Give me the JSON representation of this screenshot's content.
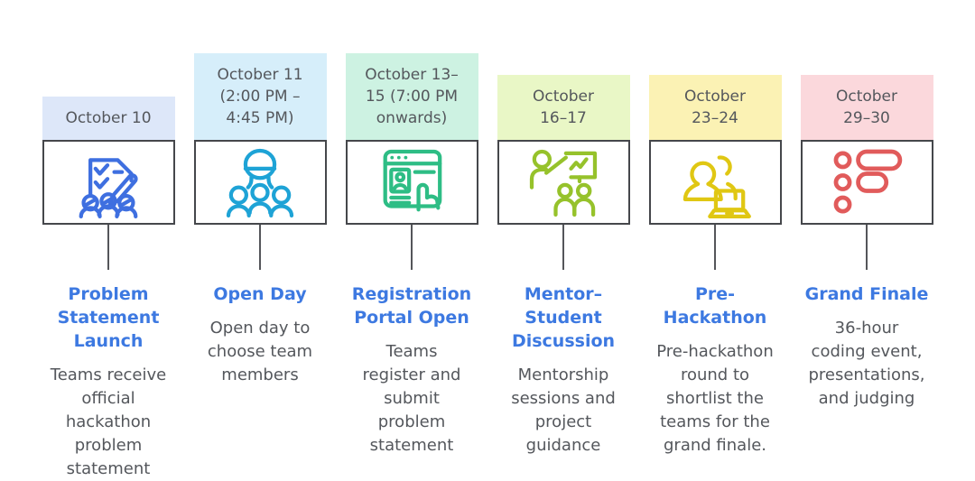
{
  "page": {
    "background": "#ffffff",
    "border_color": "#45474b",
    "connector_color": "#55565a",
    "title_color": "#3d79e1",
    "text_color": "#54575c"
  },
  "timeline": {
    "events": [
      {
        "date": "October 10",
        "header_bg": "#dde7f9",
        "icon": "checklist-pencil-audience-icon",
        "icon_color": "#3e6fe0",
        "title": "Problem\nStatement\nLaunch",
        "description": "Teams receive\nofficial\nhackathon\nproblem\nstatement"
      },
      {
        "date": "October 11\n(2:00 PM –\n4:45 PM)",
        "header_bg": "#d6eefa",
        "icon": "speaker-audience-icon",
        "icon_color": "#1ea3d6",
        "title": "Open Day",
        "description": "Open day to\nchoose team\nmembers"
      },
      {
        "date": "October 13–\n15 (7:00 PM\nonwards)",
        "header_bg": "#cdf2e2",
        "icon": "registration-portal-icon",
        "icon_color": "#2ebd85",
        "title": "Registration\nPortal Open",
        "description": "Teams\nregister and\nsubmit\nproblem\nstatement"
      },
      {
        "date": "October\n16–17",
        "header_bg": "#e9f7c6",
        "icon": "mentor-presentation-icon",
        "icon_color": "#96c22b",
        "title": "Mentor–\nStudent\nDiscussion",
        "description": "Mentorship\nsessions and\nproject\nguidance"
      },
      {
        "date": "October\n23–24",
        "header_bg": "#fbf2b4",
        "icon": "team-laptop-icon",
        "icon_color": "#e0c713",
        "title": "Pre-\nHackathon",
        "description": "Pre-hackathon\nround to\nshortlist the\nteams for the\ngrand finale."
      },
      {
        "date": "October\n29–30",
        "header_bg": "#fbd8dc",
        "icon": "agenda-list-icon",
        "icon_color": "#e15b5b",
        "title": "Grand Finale",
        "description": "36-hour\ncoding event,\npresentations,\nand judging"
      }
    ]
  }
}
